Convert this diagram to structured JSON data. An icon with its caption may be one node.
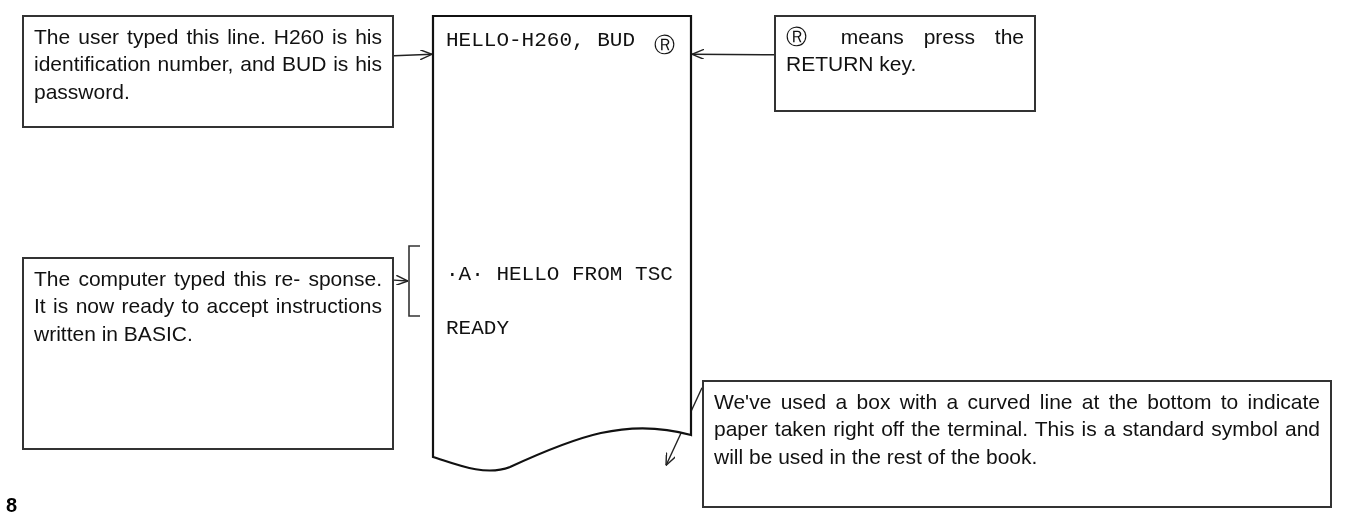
{
  "diagram": {
    "nodes": [
      {
        "text": [
          "The user typed this line. H260 is his identification number, and BUD is his password."
        ]
      },
      {
        "text": [
          "HELLO-H260, BUD",
          "Ⓡ",
          "·A· HELLO FROM TSC",
          "READY"
        ]
      },
      {
        "text": [
          "Ⓡ means press the RETURN key."
        ]
      },
      {
        "text": [
          "The computer typed this re- sponse. It is now ready to accept instructions written in BASIC."
        ]
      },
      {
        "text": [],
        "shape": "bracket"
      },
      {
        "text": [
          "We've used a box with a curved line at the bottom to indicate paper taken right off the terminal. This is a standard symbol and will be used in the rest of the book."
        ]
      }
    ],
    "edges": [
      {
        "from": 0,
        "to": 1,
        "arrow": "to"
      },
      {
        "from": 2,
        "to": 1,
        "arrow": "to"
      },
      {
        "from": 3,
        "to": 4,
        "arrow": "to"
      },
      {
        "from": 5,
        "to": 1,
        "arrow": "to"
      }
    ],
    "labels": [
      "8"
    ]
  }
}
